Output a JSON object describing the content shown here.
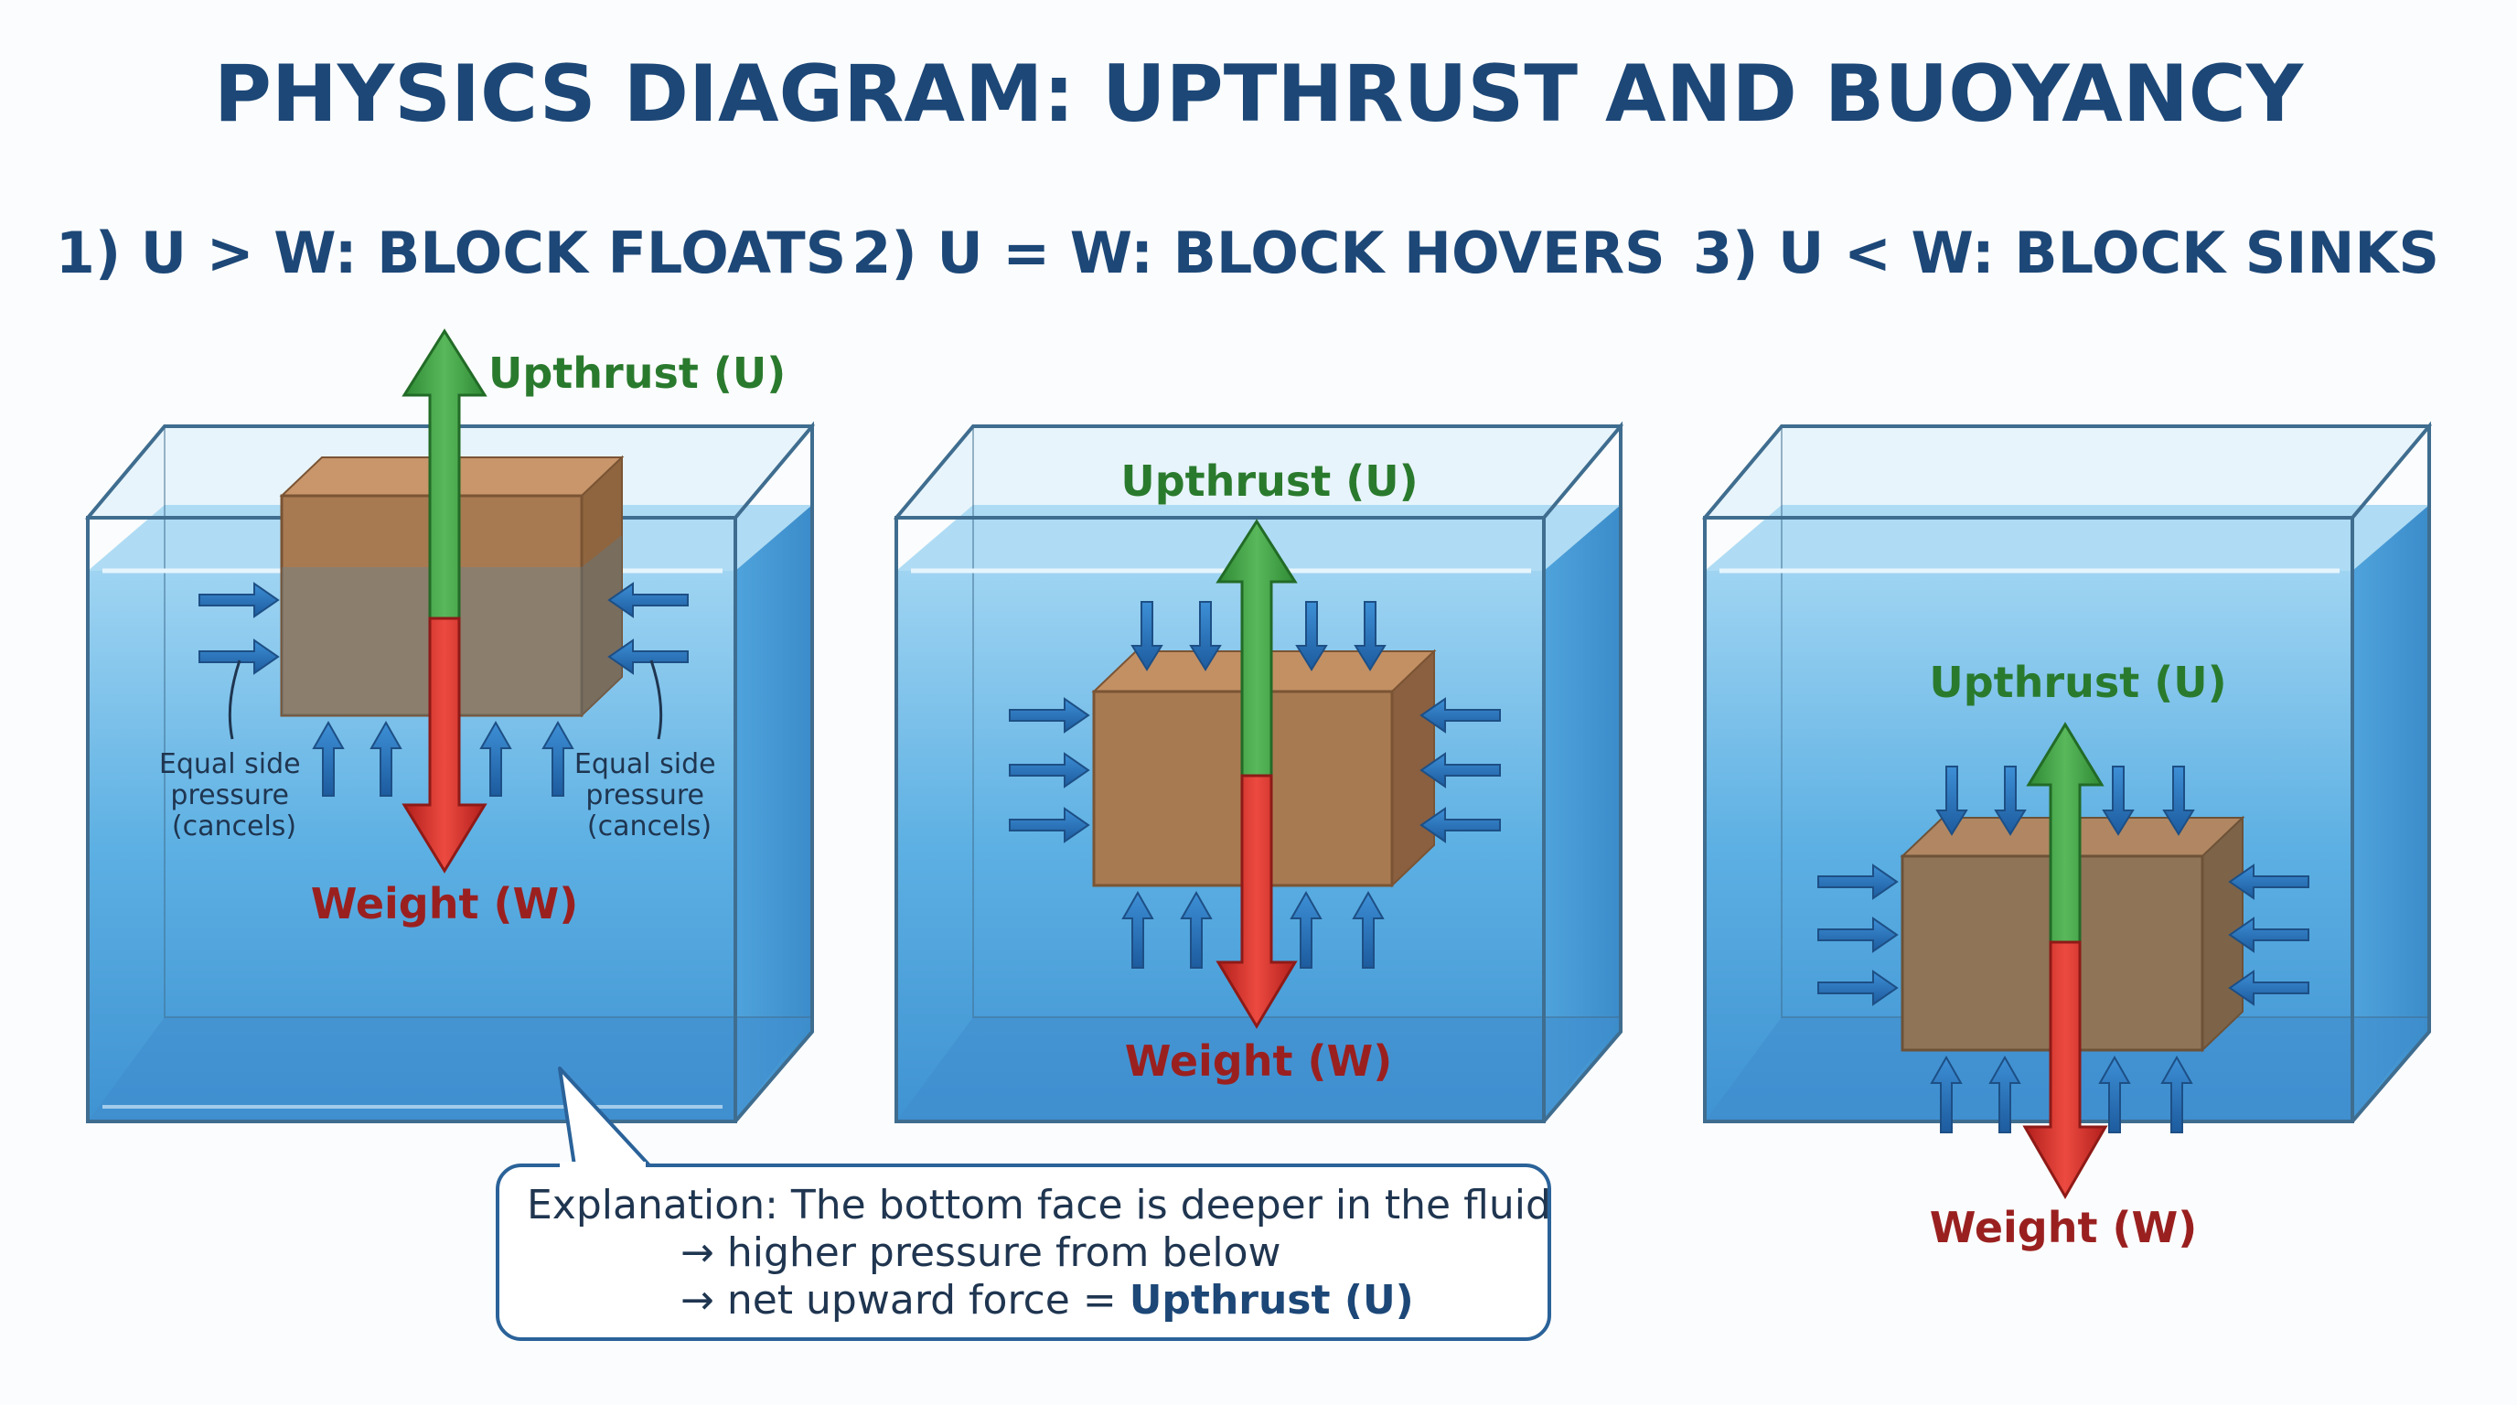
{
  "title": "PHYSICS DIAGRAM: UPTHRUST AND BUOYANCY",
  "panels": [
    {
      "heading": "1) U > W: BLOCK FLOATS",
      "upthrust_label": "Upthrust (U)",
      "weight_label": "Weight (W)",
      "left_note": [
        "Equal side",
        "pressure",
        "(cancels)"
      ],
      "right_note": [
        "Equal side",
        "pressure",
        "(cancels)"
      ]
    },
    {
      "heading": "2) U = W: BLOCK HOVERS",
      "upthrust_label": "Upthrust (U)",
      "weight_label": "Weight (W)"
    },
    {
      "heading": "3) U < W: BLOCK SINKS",
      "upthrust_label": "Upthrust (U)",
      "weight_label": "Weight (W)"
    }
  ],
  "explanation": {
    "line1": "Explanation: The bottom face is deeper in the fluid",
    "line2": "→ higher pressure from below",
    "line3_prefix": "→ net upward force = ",
    "line3_strong": "Upthrust (U)"
  },
  "colors": {
    "title": "#1c4777",
    "upthrust": "#3f9e42",
    "weight": "#d9302c",
    "water": "#5aaee0",
    "block": "#a87a52",
    "pressure_arrow": "#2a6fb5"
  }
}
